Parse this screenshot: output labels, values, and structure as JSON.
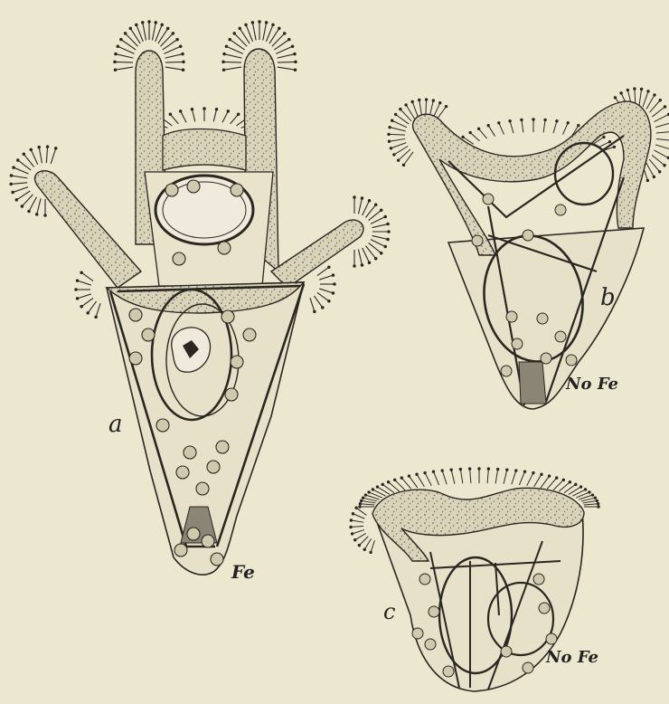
{
  "figure": {
    "panels": [
      {
        "letter": "a",
        "note": "Fe"
      },
      {
        "letter": "b",
        "note": "No Fe"
      },
      {
        "letter": "c",
        "note": "No Fe"
      }
    ]
  },
  "colors": {
    "paper": "#ece7cf",
    "ink": "#2a2622",
    "body_fill": "#e6e1c8",
    "tissue_fill": "#d8d3b9",
    "stipple": "#6f6a5c"
  }
}
